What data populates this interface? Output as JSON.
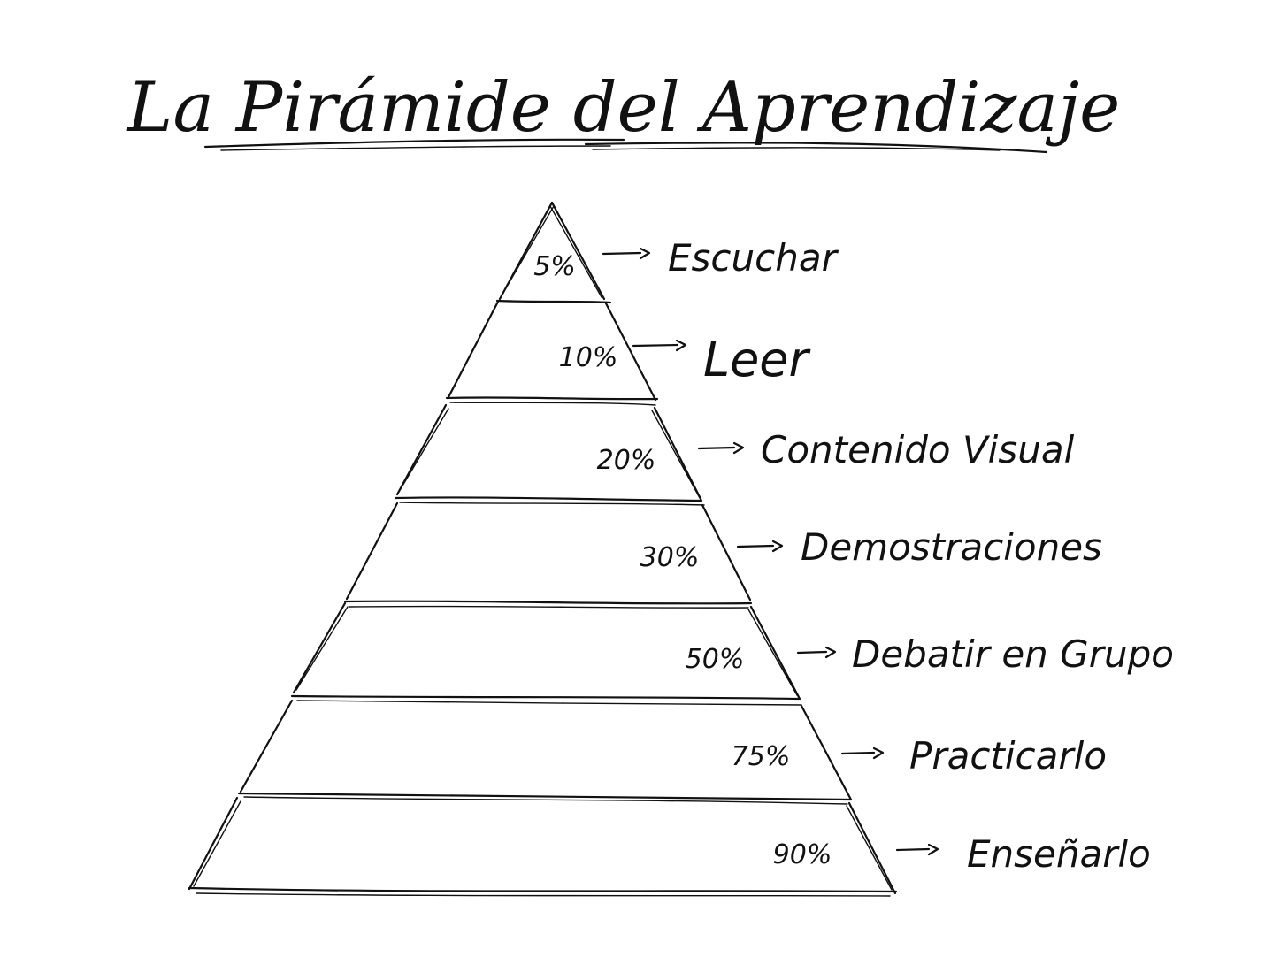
{
  "title": "La Pirámide del Aprendizaje",
  "levels": [
    {
      "percent": "5%",
      "label": "Escuchar"
    },
    {
      "percent": "10%",
      "label": "Leer"
    },
    {
      "percent": "20%",
      "label": "Contenido Visual"
    },
    {
      "percent": "30%",
      "label": "Demostraciones"
    },
    {
      "percent": "50%",
      "label": "Debatir en Grupo"
    },
    {
      "percent": "75%",
      "label": "Practicarlo"
    },
    {
      "percent": "90%",
      "label": "Enseñarlo"
    }
  ],
  "colors": {
    "ink": "#111111",
    "paper": "#ffffff"
  }
}
